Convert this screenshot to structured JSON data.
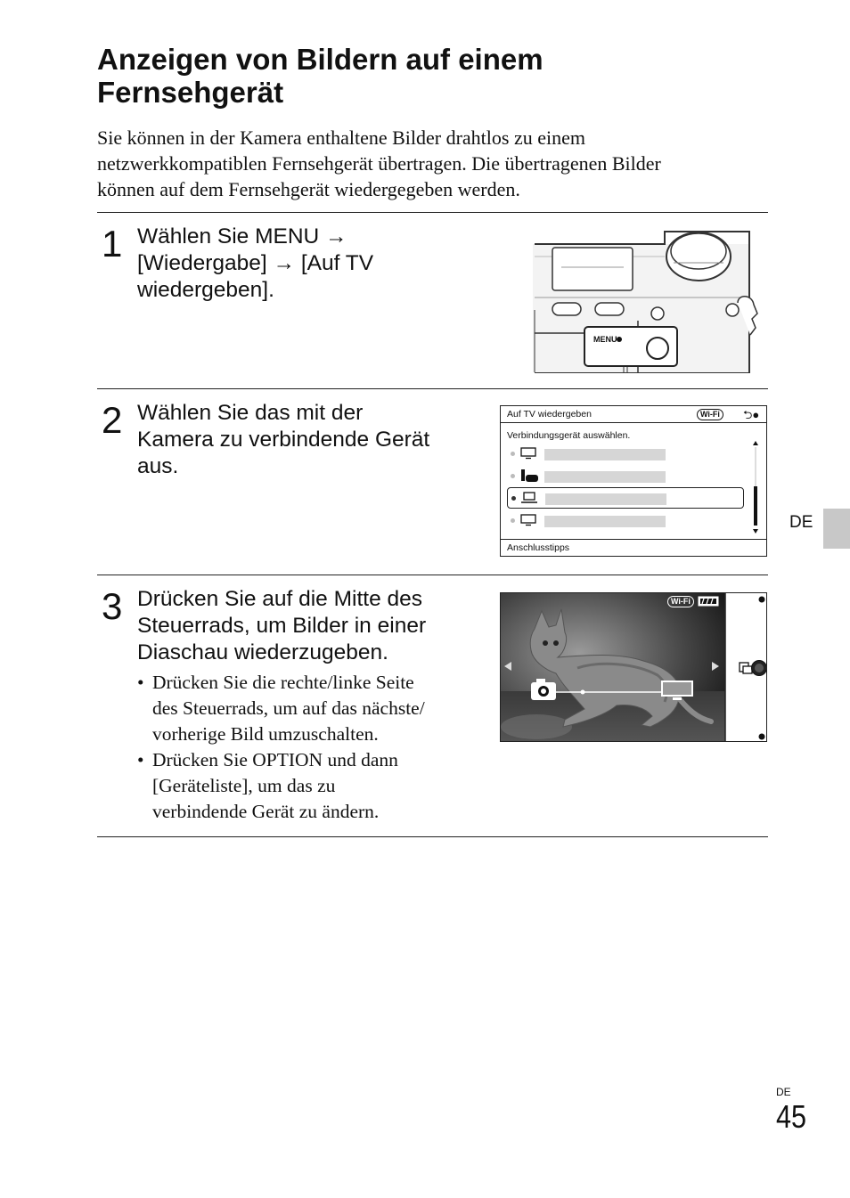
{
  "page": {
    "title_line1": "Anzeigen von Bildern auf einem",
    "title_line2": "Fernsehgerät",
    "intro_lines": [
      "Sie können in der Kamera enthaltene Bilder drahtlos zu einem",
      "netzwerkkompatiblen Fernsehgerät übertragen. Die übertragenen Bilder",
      "können auf dem Fernsehgerät wiedergegeben werden."
    ],
    "side_tab_label": "DE",
    "footer_lang": "DE",
    "page_number": "45"
  },
  "steps": [
    {
      "number": "1",
      "lines": [
        "Wählen Sie MENU →",
        "[Wiedergabe] → [Auf TV",
        "wiedergeben]."
      ]
    },
    {
      "number": "2",
      "lines": [
        "Wählen Sie das mit der",
        "Kamera zu verbindende Gerät",
        "aus."
      ]
    },
    {
      "number": "3",
      "lines": [
        "Drücken Sie auf die Mitte des",
        "Steuerrads, um Bilder in einer",
        "Diaschau wiederzugeben."
      ],
      "bullets": [
        [
          "Drücken Sie die rechte/linke Seite",
          "des Steuerrads, um auf das nächste/",
          "vorherige Bild umzuschalten."
        ],
        [
          "Drücken Sie OPTION und dann",
          "[Geräteliste], um das zu",
          "verbindende Gerät zu ändern."
        ]
      ]
    }
  ],
  "camera_illustration": {
    "menu_button_label": "MENU"
  },
  "menu_screen": {
    "header_title": "Auf TV wiedergeben",
    "wifi_badge": "Wi-Fi",
    "back_icon": "back-arrow-icon",
    "subtitle": "Verbindungsgerät auswählen.",
    "devices": [
      {
        "icon": "tv-icon",
        "selected": false
      },
      {
        "icon": "printer-game-icon",
        "selected": false
      },
      {
        "icon": "laptop-icon",
        "selected": true
      },
      {
        "icon": "tv-icon",
        "selected": false
      }
    ],
    "footer_label": "Anschlusstipps"
  },
  "slideshow_screen": {
    "wifi_badge": "Wi-Fi",
    "battery_icon": "battery-icon",
    "prev_icon": "left-arrow-icon",
    "next_icon": "right-arrow-icon",
    "source_icon": "camera-icon",
    "target_icon": "tv-icon"
  }
}
